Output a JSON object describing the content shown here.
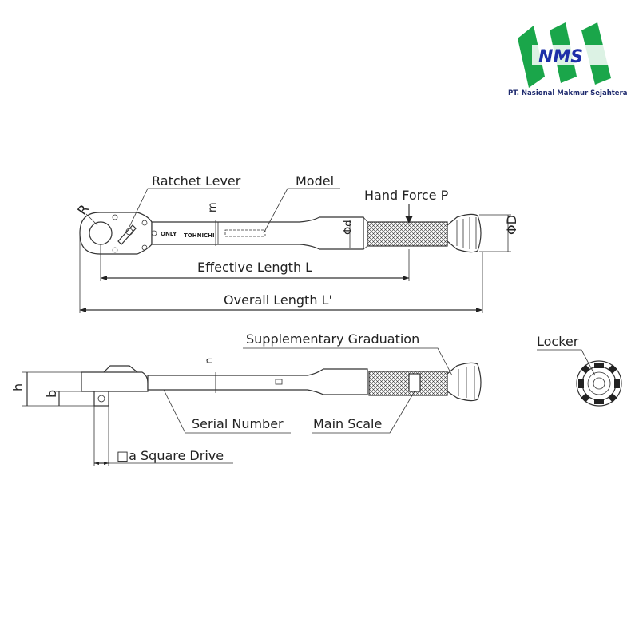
{
  "logo": {
    "text": "NMS",
    "company": "PT. Nasional Makmur Sejahtera",
    "green": "#1aa64a",
    "blue": "#1e2fa8"
  },
  "top_view": {
    "ratchet_lever": "Ratchet Lever",
    "model": "Model",
    "hand_force": "Hand Force P",
    "effective_length": "Effective Length L",
    "overall_length": "Overall Length L'",
    "R": "R",
    "m": "m",
    "phi_d": "Φd",
    "phi_D": "ΦD",
    "brand_only": "ONLY",
    "brand_name": "TOHNICHI"
  },
  "side_view": {
    "supplementary_graduation": "Supplementary Graduation",
    "serial_number": "Serial Number",
    "main_scale": "Main Scale",
    "square_drive": "□a Square Drive",
    "h": "h",
    "b": "b",
    "n": "n"
  },
  "locker_view": {
    "locker": "Locker"
  }
}
